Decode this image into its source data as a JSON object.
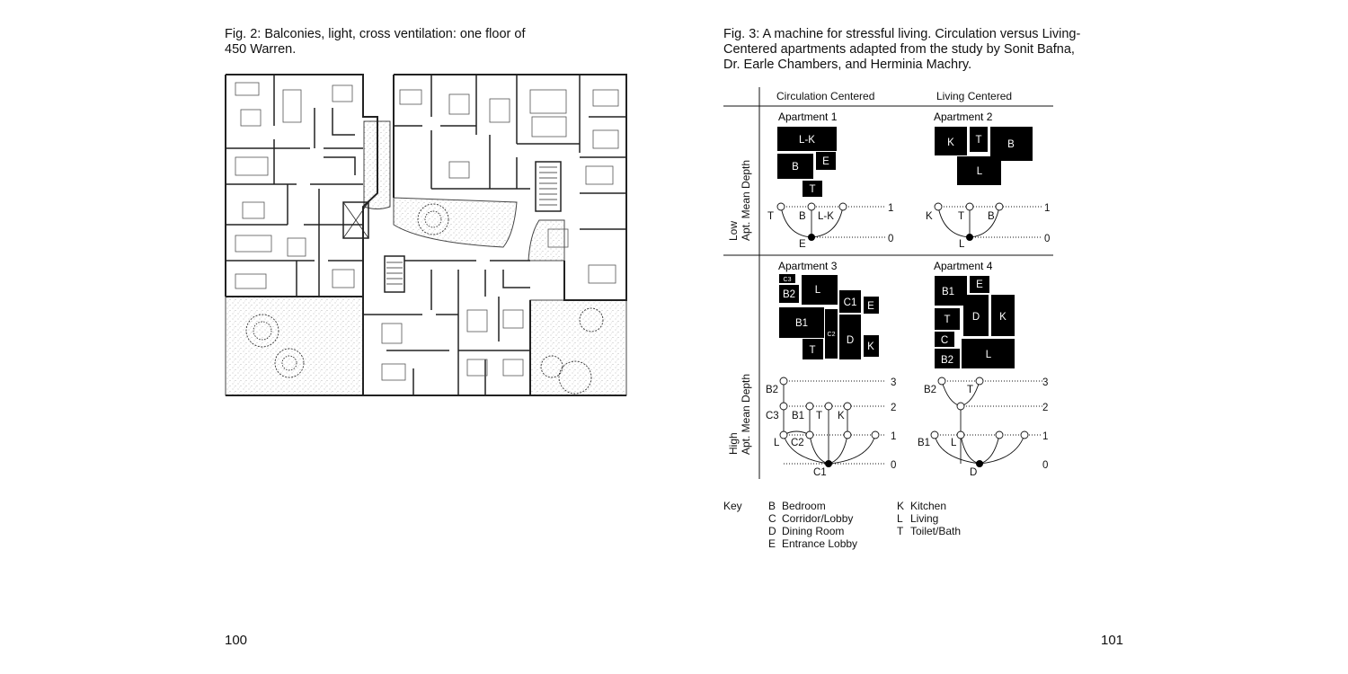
{
  "fig2": {
    "caption_lines": [
      "Fig. 2: Balconies, light, cross ventilation: one floor of",
      "450 Warren."
    ]
  },
  "fig3": {
    "caption_lines": [
      "Fig. 3: A machine for stressful living. Circulation versus Living-",
      "Centered apartments adapted from the study by Sonit Bafna,",
      "Dr. Earle Chambers, and Herminia Machry."
    ],
    "columns": [
      "Circulation Centered",
      "Living Centered"
    ],
    "rows": [
      {
        "label_line1": "Low",
        "label_line2": "Apt. Mean Depth"
      },
      {
        "label_line1": "High",
        "label_line2": "Apt. Mean Depth"
      }
    ],
    "apartments": [
      {
        "title": "Apartment 1",
        "rooms": [
          "L-K",
          "B",
          "E",
          "T"
        ],
        "graph_labels": [
          "T",
          "B",
          "L-K",
          "E"
        ],
        "depths": [
          "1",
          "0"
        ]
      },
      {
        "title": "Apartment 2",
        "rooms": [
          "K",
          "T",
          "B",
          "L"
        ],
        "graph_labels": [
          "K",
          "T",
          "B",
          "L"
        ],
        "depths": [
          "1",
          "0"
        ]
      },
      {
        "title": "Apartment 3",
        "rooms": [
          "C3",
          "B2",
          "L",
          "C1",
          "E",
          "B1",
          "C2",
          "D",
          "K",
          "T"
        ],
        "graph_labels": [
          "B2",
          "C3",
          "B1",
          "T",
          "K",
          "L",
          "C2",
          "C1"
        ],
        "depths": [
          "3",
          "2",
          "1",
          "0"
        ]
      },
      {
        "title": "Apartment 4",
        "rooms": [
          "B1",
          "E",
          "D",
          "K",
          "T",
          "C",
          "B2",
          "L"
        ],
        "graph_labels": [
          "B2",
          "T",
          "B1",
          "L",
          "D"
        ],
        "depths": [
          "3",
          "2",
          "1",
          "0"
        ]
      }
    ],
    "key": {
      "title": "Key",
      "items": [
        {
          "abbr": "B",
          "label": "Bedroom"
        },
        {
          "abbr": "C",
          "label": "Corridor/Lobby"
        },
        {
          "abbr": "D",
          "label": "Dining Room"
        },
        {
          "abbr": "E",
          "label": "Entrance Lobby"
        },
        {
          "abbr": "K",
          "label": "Kitchen"
        },
        {
          "abbr": "L",
          "label": "Living"
        },
        {
          "abbr": "T",
          "label": "Toilet/Bath"
        }
      ]
    }
  },
  "page_numbers": {
    "left": "100",
    "right": "101"
  }
}
